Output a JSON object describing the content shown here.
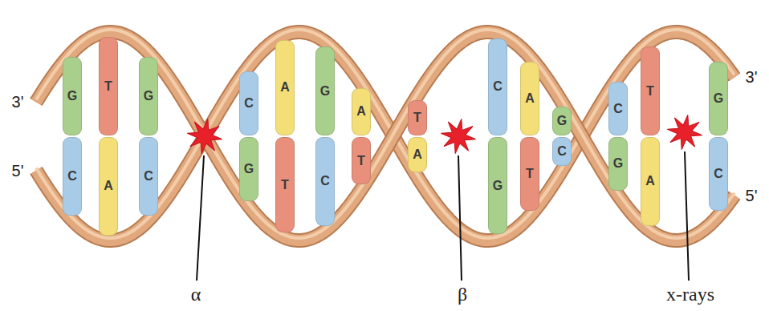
{
  "diagram": {
    "nodes": [
      {
        "text": [
          "G"
        ]
      },
      {
        "text": [
          "C"
        ]
      },
      {
        "text": [
          "T"
        ]
      },
      {
        "text": [
          "A"
        ]
      },
      {
        "text": [
          "G"
        ]
      },
      {
        "text": [
          "C"
        ]
      },
      {
        "text": [
          "C"
        ]
      },
      {
        "text": [
          "G"
        ]
      },
      {
        "text": [
          "A"
        ]
      },
      {
        "text": [
          "T"
        ]
      },
      {
        "text": [
          "G"
        ]
      },
      {
        "text": [
          "C"
        ]
      },
      {
        "text": [
          "A"
        ]
      },
      {
        "text": [
          "T"
        ]
      },
      {
        "text": [
          "T"
        ]
      },
      {
        "text": [
          "A"
        ]
      },
      {
        "text": [
          "C"
        ]
      },
      {
        "text": [
          "G"
        ]
      },
      {
        "text": [
          "A"
        ]
      },
      {
        "text": [
          "T"
        ]
      },
      {
        "text": [
          "G"
        ]
      },
      {
        "text": [
          "C"
        ]
      },
      {
        "text": [
          "C"
        ]
      },
      {
        "text": [
          "G"
        ]
      },
      {
        "text": [
          "T"
        ]
      },
      {
        "text": [
          "A"
        ]
      },
      {
        "text": [
          "G"
        ]
      },
      {
        "text": [
          "C"
        ]
      }
    ],
    "labels": [
      "3'",
      "5'",
      "3'",
      "5'",
      "α",
      "β",
      "x-rays"
    ]
  }
}
